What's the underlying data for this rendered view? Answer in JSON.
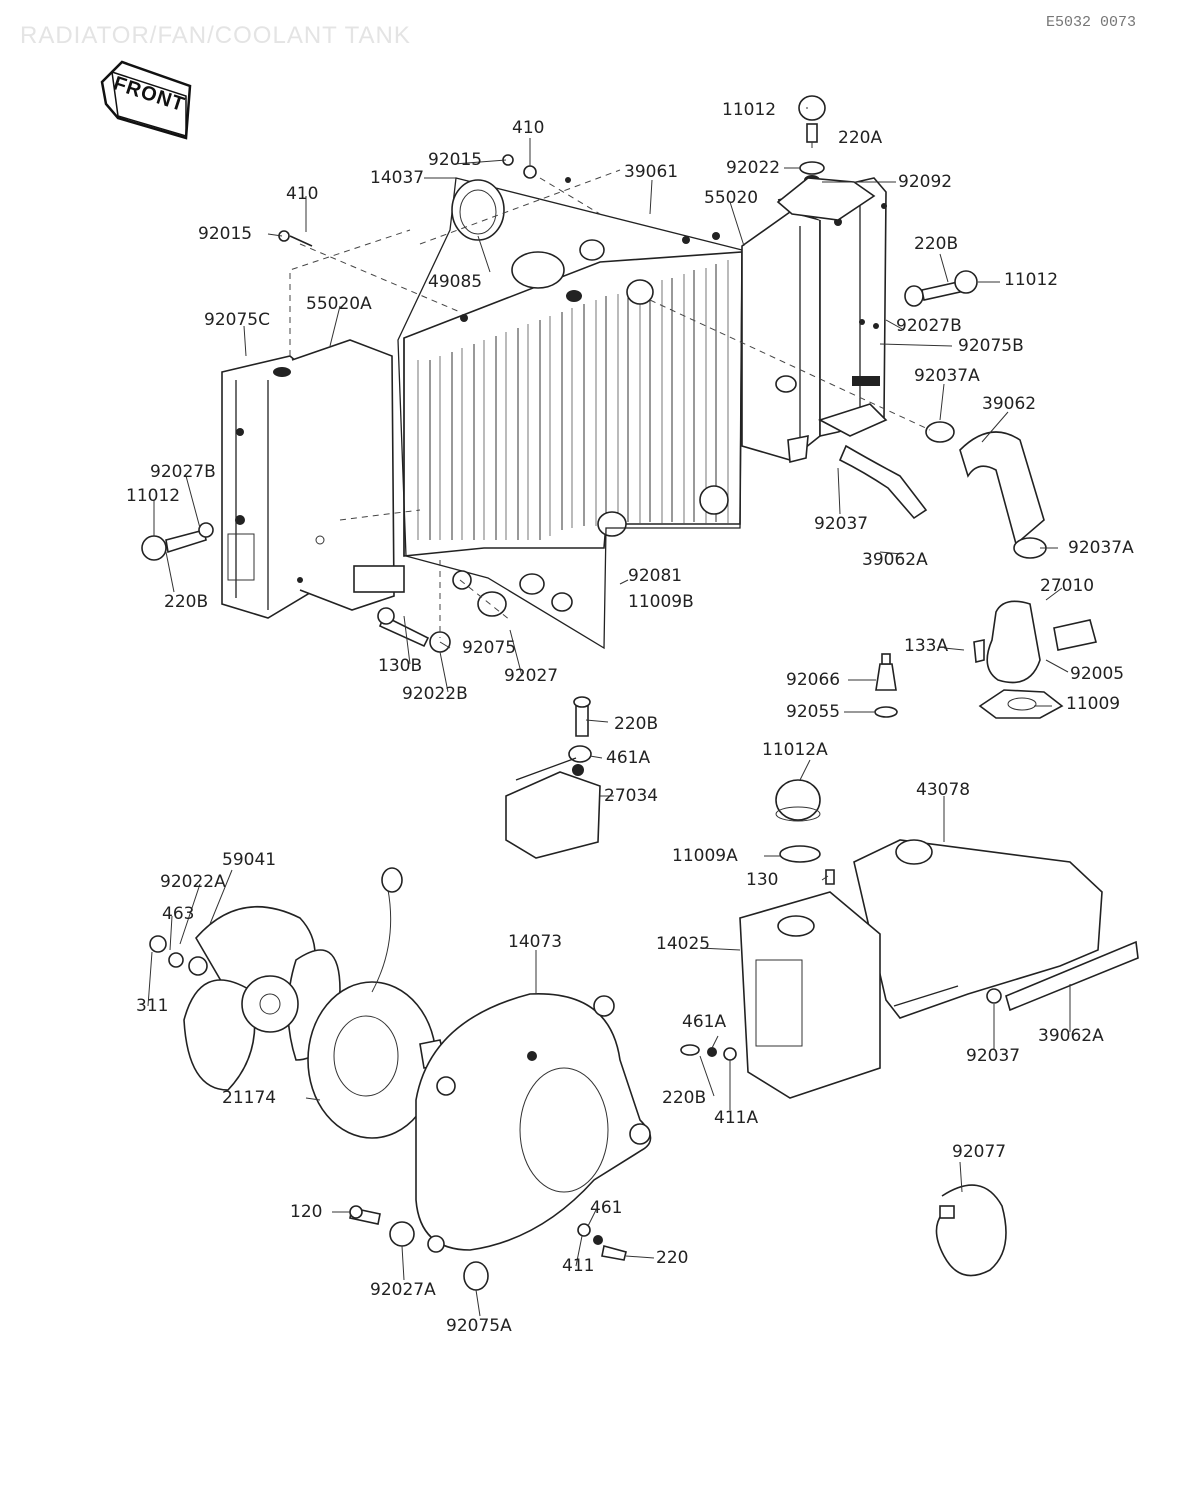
{
  "title": "RADIATOR/FAN/COOLANT TANK",
  "drawing_code": "E5032 0073",
  "front_label": "FRONT",
  "parts": {
    "p410_top": "410",
    "p11012_top": "11012",
    "p220A": "220A",
    "p92015_top": "92015",
    "p14037": "14037",
    "p39061": "39061",
    "p92022": "92022",
    "p92092": "92092",
    "p410_left": "410",
    "p55020": "55020",
    "p92015_left": "92015",
    "p220B_right": "220B",
    "p11012_right": "11012",
    "p49085": "49085",
    "p55020A": "55020A",
    "p92075C": "92075C",
    "p92027B_right": "92027B",
    "p92075B": "92075B",
    "p92037A_top": "92037A",
    "p39062": "39062",
    "p92027B_left": "92027B",
    "p11012_left": "11012",
    "p92037_mid": "92037",
    "p39062A_mid": "39062A",
    "p92037A_bot": "92037A",
    "p92081": "92081",
    "p11009B": "11009B",
    "p27010": "27010",
    "p220B_left": "220B",
    "p133A": "133A",
    "p92075": "92075",
    "p130B": "130B",
    "p92066": "92066",
    "p92005": "92005",
    "p92027": "92027",
    "p92022B": "92022B",
    "p92055": "92055",
    "p11009": "11009",
    "p220B_mid": "220B",
    "p461A_mid": "461A",
    "p11012A": "11012A",
    "p27034": "27034",
    "p43078": "43078",
    "p59041": "59041",
    "p92022A": "92022A",
    "p11009A": "11009A",
    "p130": "130",
    "p463": "463",
    "p14073": "14073",
    "p14025": "14025",
    "p311": "311",
    "p461A_bot": "461A",
    "p92037_bot": "92037",
    "p39062A_bot": "39062A",
    "p21174": "21174",
    "p220B_bot": "220B",
    "p411A": "411A",
    "p92077": "92077",
    "p120": "120",
    "p461": "461",
    "p411": "411",
    "p220": "220",
    "p92027A": "92027A",
    "p92075A": "92075A"
  }
}
